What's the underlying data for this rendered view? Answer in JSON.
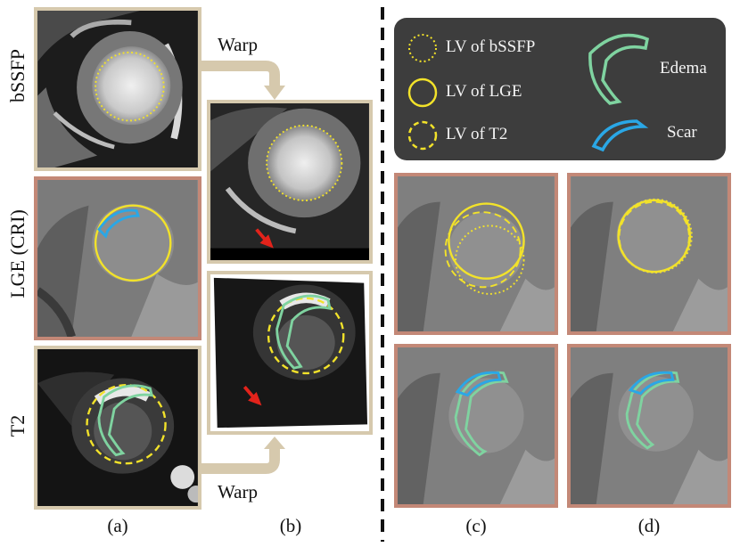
{
  "row_labels": {
    "bssfp": "bSSFP",
    "lge": "LGE (CRI)",
    "t2": "T2"
  },
  "column_labels": {
    "a": "(a)",
    "b": "(b)",
    "c": "(c)",
    "d": "(d)"
  },
  "warp_labels": {
    "top": "Warp",
    "bottom": "Warp"
  },
  "legend": {
    "lv_bssfp": "LV of bSSFP",
    "lv_lge": "LV of  LGE",
    "lv_t2": "LV of T2",
    "edema": "Edema",
    "scar": "Scar"
  },
  "colors": {
    "contour_yellow": "#f2e22a",
    "edema_green": "#7fd3a0",
    "scar_blue": "#2aa7e6",
    "arrow_red": "#e3231b",
    "frame_tan": "#d6c9ad",
    "frame_rose": "#c38877",
    "legend_bg": "#3d3d3d",
    "separator": "#111111"
  }
}
